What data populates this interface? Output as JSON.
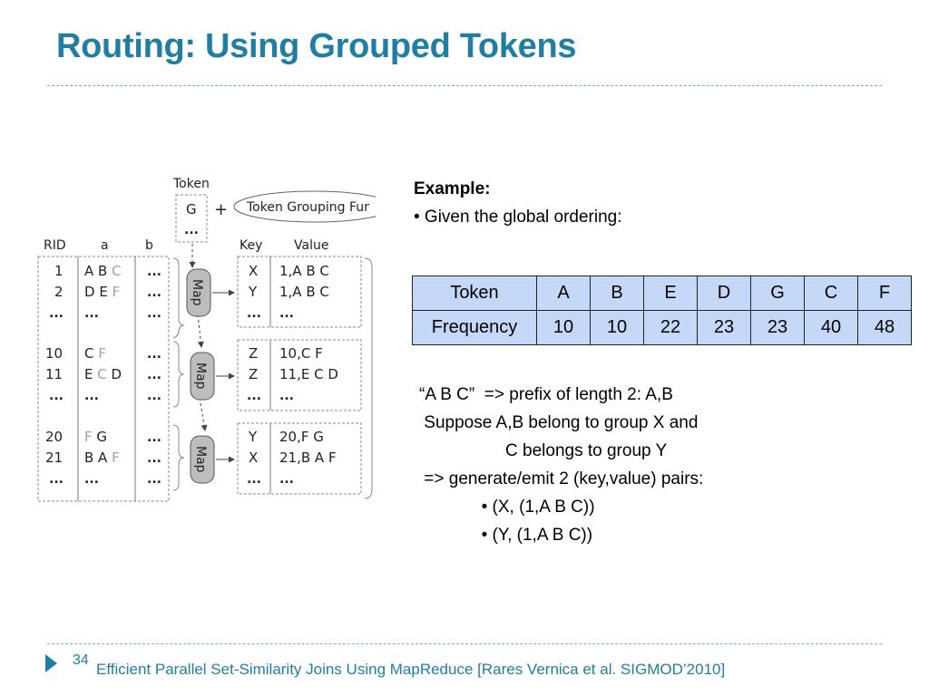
{
  "slide": {
    "title": "Routing: Using Grouped Tokens",
    "page_number": "34",
    "footer": "Efficient Parallel Set-Similarity Joins Using MapReduce [Rares Vernica et al. SIGMOD’2010]",
    "colors": {
      "title": "#1f7ea1",
      "table_fill": "#c6d8f7",
      "map_fill": "#bdbdbd",
      "greyed_token": "#a0a0a0"
    }
  },
  "diagram": {
    "token_label": "Token",
    "token_values": [
      "G",
      "..."
    ],
    "plus": "+",
    "grouping_function": "Token Grouping Fur",
    "headers": {
      "rid": "RID",
      "a": "a",
      "b": "b",
      "key": "Key",
      "value": "Value"
    },
    "map_label": "Map",
    "groups": [
      {
        "rows": [
          {
            "rid": "1",
            "a1": "A B",
            "a2": " C",
            "b": "...",
            "key": "X",
            "value": "1,A B C"
          },
          {
            "rid": "2",
            "a1": "D E",
            "a2": " F",
            "b": "...",
            "key": "Y",
            "value": "1,A B C"
          },
          {
            "rid": "...",
            "a1": "...",
            "a2": "",
            "b": "...",
            "key": "...",
            "value": "..."
          }
        ]
      },
      {
        "rows": [
          {
            "rid": "10",
            "a1": "C",
            "a2": " F",
            "b": "...",
            "key": "Z",
            "value": "10,C F"
          },
          {
            "rid": "11",
            "a1": "E",
            "a2": " C",
            "a3": " D",
            "b": "...",
            "key": "Z",
            "value": "11,E C D"
          },
          {
            "rid": "...",
            "a1": "...",
            "a2": "",
            "b": "...",
            "key": "...",
            "value": "..."
          }
        ]
      },
      {
        "rows": [
          {
            "rid": "20",
            "a0": "F",
            "a1": " G",
            "b": "...",
            "key": "Y",
            "value": "20,F G"
          },
          {
            "rid": "21",
            "a1": "B A",
            "a2": " F",
            "b": "...",
            "key": "X",
            "value": "21,B A F"
          },
          {
            "rid": "...",
            "a1": "...",
            "a2": "",
            "b": "...",
            "key": "...",
            "value": "..."
          }
        ]
      }
    ]
  },
  "example": {
    "heading": "Example:",
    "bullet": "• Given the global ordering:"
  },
  "freq_table": {
    "row1_label": "Token",
    "tokens": [
      "A",
      "B",
      "E",
      "D",
      "G",
      "C",
      "F"
    ],
    "row2_label": "Frequency",
    "frequencies": [
      "10",
      "10",
      "22",
      "23",
      "23",
      "40",
      "48"
    ]
  },
  "notes": {
    "line1": "“A B C”  => prefix of length 2: A,B",
    "line2": " Suppose A,B belong to group X and",
    "line3": "                  C belongs to group Y",
    "line4": " => generate/emit 2 (key,value) pairs:",
    "line5": "             • (X, (1,A B C))",
    "line6": "             • (Y, (1,A B C))"
  }
}
